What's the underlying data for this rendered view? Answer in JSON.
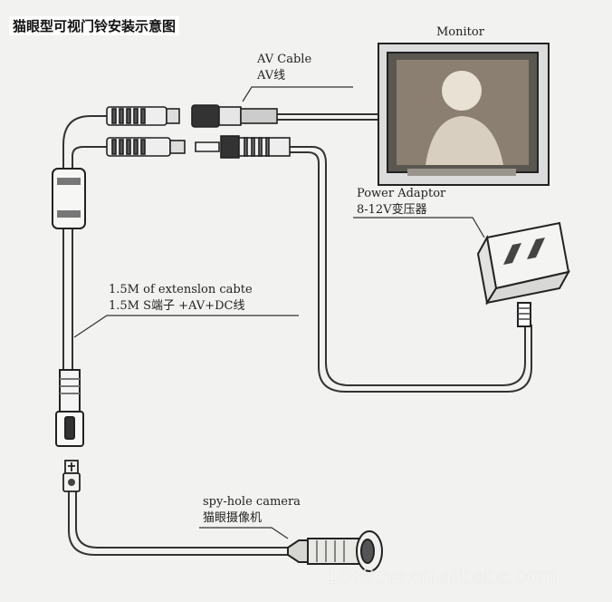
{
  "title": "猫眼型可视门铃安装示意图",
  "labels": {
    "monitor": "Monitor",
    "av_cable_en": "AV Cable",
    "av_cable_cn": "AV线",
    "power_en": "Power Adaptor",
    "power_cn": "8-12V变压器",
    "ext_en": "1.5M of extenslon cabte",
    "ext_cn": "1.5M S端子 +AV+DC线",
    "camera_en": "spy-hole camera",
    "camera_cn": "猫眼摄像机"
  },
  "watermark": "1688.ne.cn alibaba.com"
}
